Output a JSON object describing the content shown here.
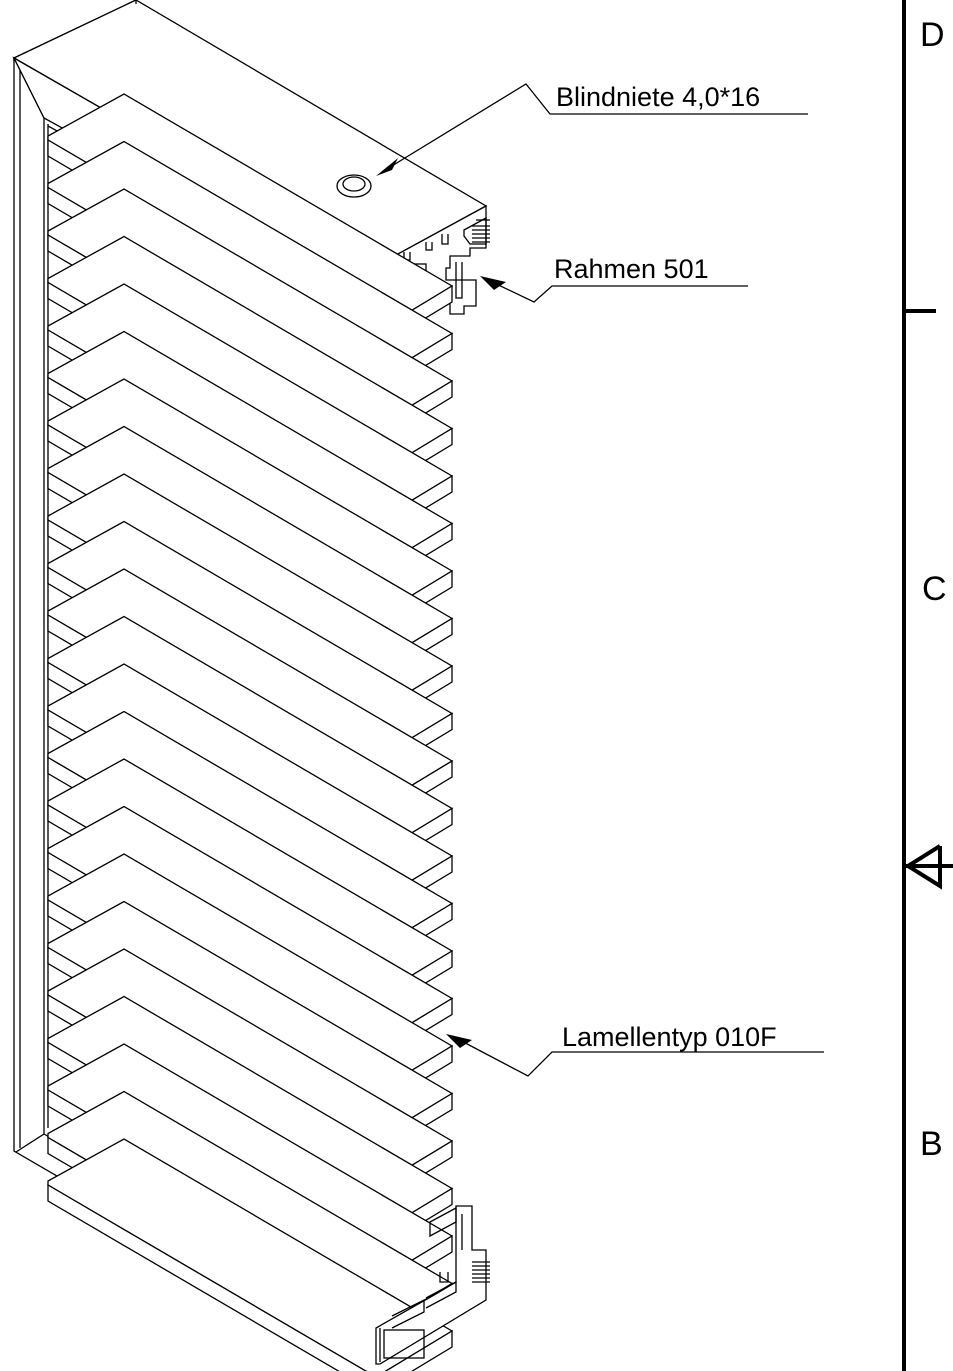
{
  "callouts": {
    "rivet": "Blindniete 4,0*16",
    "frame": "Rahmen 501",
    "slat": "Lamellentyp 010F"
  },
  "zones": {
    "top": "D",
    "middle": "C",
    "bottom": "B"
  },
  "slat_count": 23
}
